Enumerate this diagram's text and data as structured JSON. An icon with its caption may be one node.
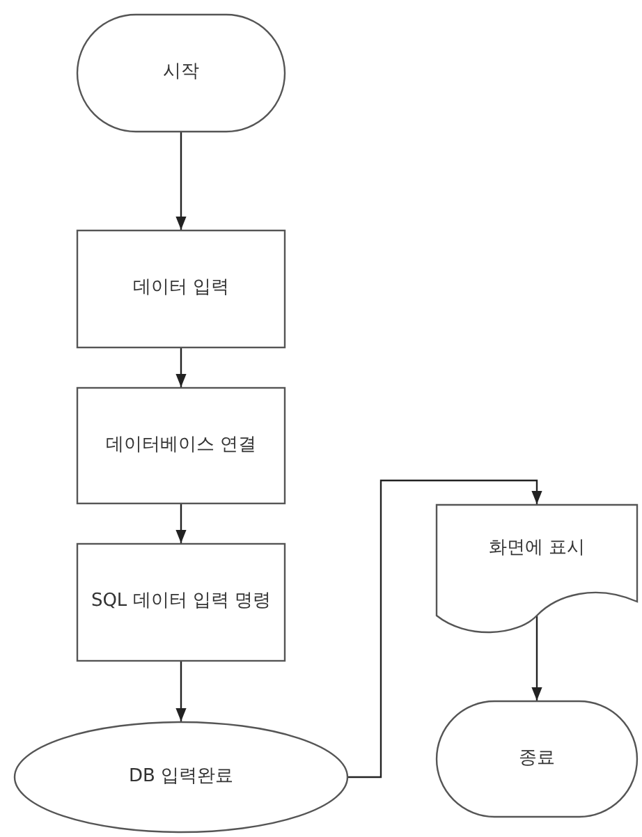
{
  "diagram": {
    "nodes": [
      {
        "text": [
          "시작"
        ]
      },
      {
        "text": [
          "데이터 입력"
        ]
      },
      {
        "text": [
          "데이터베이스 연결"
        ]
      },
      {
        "text": [
          "SQL 데이터 입력 명령"
        ]
      },
      {
        "text": [
          "DB 입력완료"
        ]
      },
      {
        "text": [
          "화면에 표시"
        ]
      },
      {
        "text": [
          "종료"
        ]
      }
    ],
    "edges": [
      {
        "from": 0,
        "to": 1,
        "arrow": "to"
      },
      {
        "from": 1,
        "to": 2,
        "arrow": "to"
      },
      {
        "from": 2,
        "to": 3,
        "arrow": "to"
      },
      {
        "from": 3,
        "to": 4,
        "arrow": "to"
      },
      {
        "from": 4,
        "to": 5,
        "arrow": "to"
      },
      {
        "from": 5,
        "to": 6,
        "arrow": "to"
      }
    ]
  }
}
